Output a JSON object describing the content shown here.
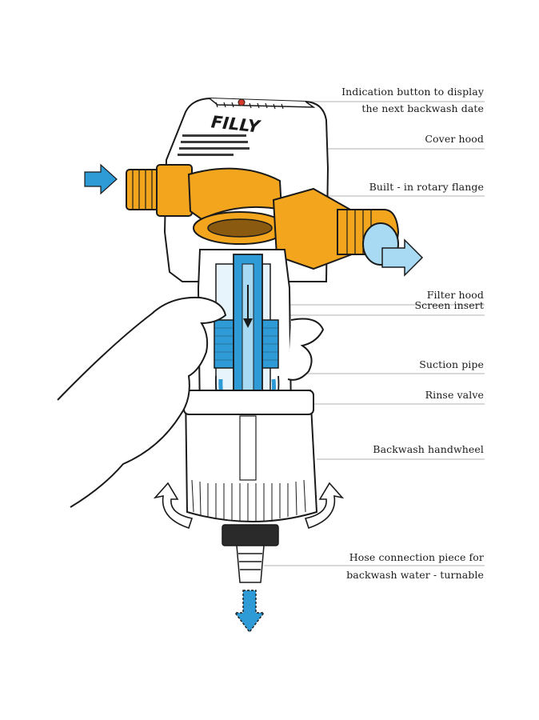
{
  "product_name": "FILLY",
  "labels": {
    "indication_1": "Indication button to display",
    "indication_2": "the next backwash date",
    "cover_hood": "Cover hood",
    "rotary_flange": "Built - in rotary flange",
    "filter_hood": "Filter hood",
    "screen_insert": "Screen insert",
    "suction_pipe": "Suction pipe",
    "rinse_valve": "Rinse valve",
    "backwash_handwheel": "Backwash handwheel",
    "hose_1": "Hose connection piece for",
    "hose_2": "backwash water - turnable"
  },
  "colors": {
    "brass": "#f2a51d",
    "water_blue": "#2f9bd6",
    "light_blue": "#a9daf3",
    "outline": "#1a1a1a"
  }
}
